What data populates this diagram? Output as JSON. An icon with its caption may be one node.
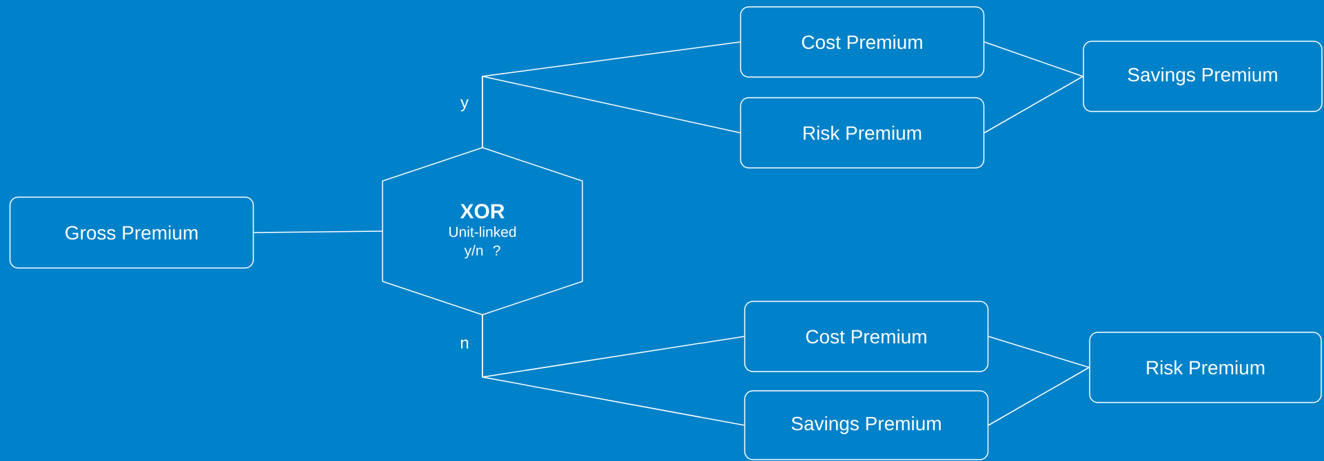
{
  "diagram": {
    "nodes": [
      {
        "text": [
          "Gross Premium"
        ]
      },
      {
        "text": [
          "XOR",
          "Unit-linked y/n ?"
        ]
      },
      {
        "text": [
          "Cost Premium"
        ]
      },
      {
        "text": [
          "Risk Premium"
        ]
      },
      {
        "text": [
          "Savings Premium"
        ]
      },
      {
        "text": [
          "Cost Premium"
        ]
      },
      {
        "text": [
          "Savings Premium"
        ]
      },
      {
        "text": [
          "Risk Premium"
        ]
      }
    ],
    "edges": [
      {
        "from": 0,
        "to": 1,
        "arrow": "none"
      },
      {
        "from": 1,
        "to": 2,
        "arrow": "none",
        "label": "y"
      },
      {
        "from": 1,
        "to": 3,
        "arrow": "none"
      },
      {
        "from": 2,
        "to": 4,
        "arrow": "none"
      },
      {
        "from": 3,
        "to": 4,
        "arrow": "none"
      },
      {
        "from": 1,
        "to": 5,
        "arrow": "none",
        "label": "n"
      },
      {
        "from": 1,
        "to": 6,
        "arrow": "none"
      },
      {
        "from": 5,
        "to": 7,
        "arrow": "none"
      },
      {
        "from": 6,
        "to": 7,
        "arrow": "none"
      }
    ]
  }
}
